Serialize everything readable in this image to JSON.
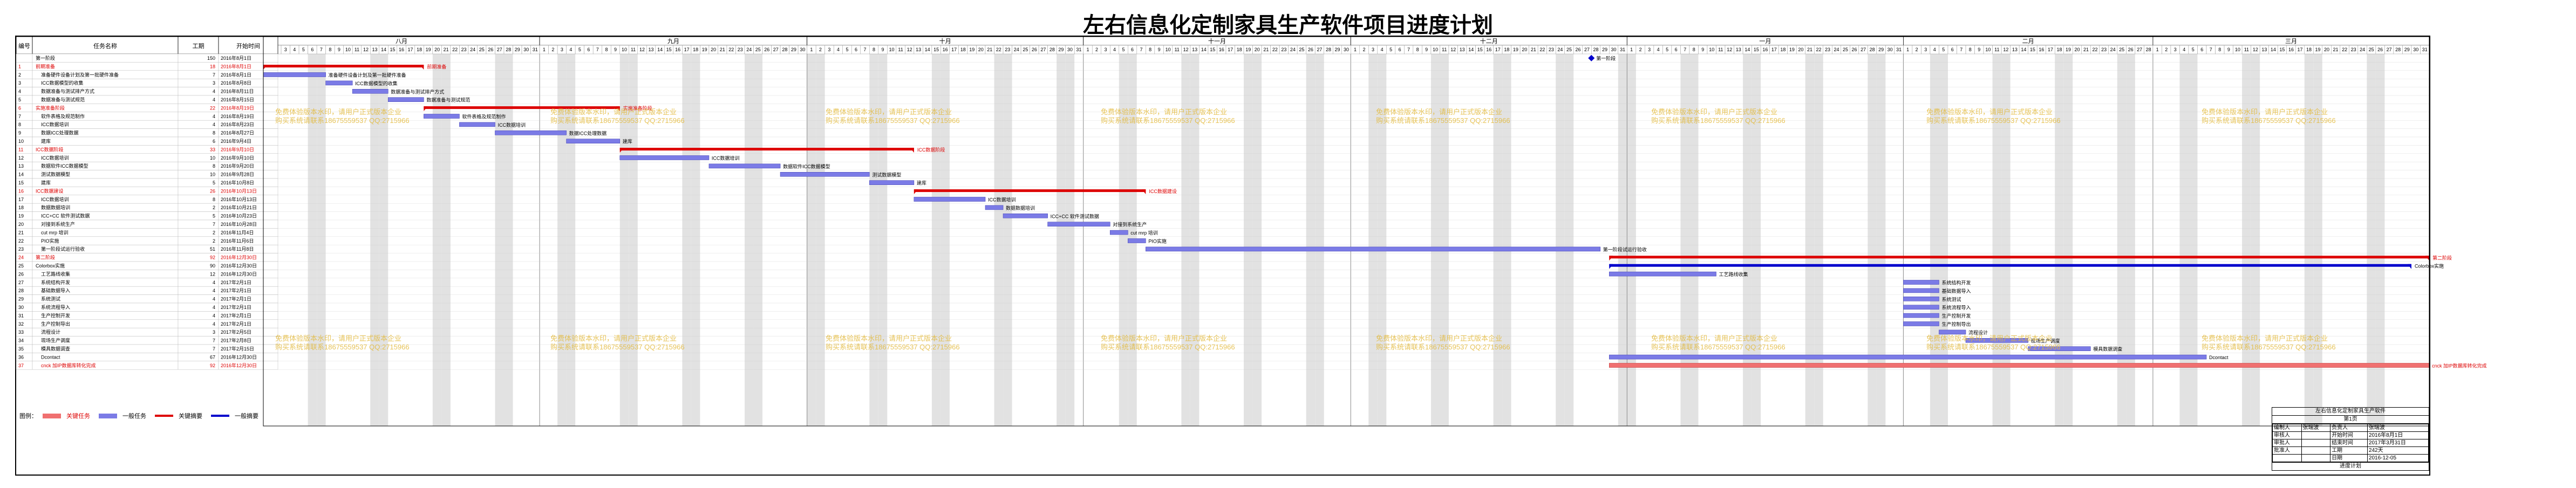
{
  "title": "左右信息化定制家具生产软件项目进度计划",
  "table_headers": {
    "id": "编号",
    "name": "任务名称",
    "duration": "工期",
    "start": "开始时间"
  },
  "months": [
    {
      "label": "八月",
      "days": 31,
      "first": 1
    },
    {
      "label": "九月",
      "days": 30,
      "first": 1
    },
    {
      "label": "十月",
      "days": 31,
      "first": 1
    },
    {
      "label": "十一月",
      "days": 30,
      "first": 1
    },
    {
      "label": "十二月",
      "days": 31,
      "first": 1
    },
    {
      "label": "一月",
      "days": 31,
      "first": 1
    },
    {
      "label": "二月",
      "days": 28,
      "first": 1
    },
    {
      "label": "三月",
      "days": 31,
      "first": 1
    }
  ],
  "watermark": {
    "line1": "免费体验版本水印，请用户正式版本企业",
    "line2": "购买系统请联系18675559537 QQ:2715966",
    "color": "#e3b93a"
  },
  "colors": {
    "task_bar": "#7b7be6",
    "critical_bar": "#f07070",
    "summary": "#0000cc",
    "critical_summary": "#dd0000",
    "weekend": "#e2e2e2",
    "grid": "#c8c8c8"
  },
  "legend": {
    "items": [
      {
        "label": "关键任务",
        "color": "#f07070"
      },
      {
        "label": "一般任务",
        "color": "#7b7be6"
      },
      {
        "label": "关键摘要",
        "color": "#dd0000"
      },
      {
        "label": "一般摘要",
        "color": "#0000cc"
      }
    ],
    "prefix": "图例："
  },
  "info_block": {
    "header": "左右信息化定制家具生产软件",
    "subheader": "第1页",
    "rows": [
      [
        "编制人",
        "张瑞波",
        "负责人",
        "张瑞波"
      ],
      [
        "审核人",
        "",
        "开始时间",
        "2016年8月1日"
      ],
      [
        "审批人",
        "",
        "结束时间",
        "2017年3月31日"
      ],
      [
        "批准人",
        "",
        "工期",
        "242天"
      ],
      [
        "",
        "",
        "日期",
        "2016-12-05"
      ]
    ],
    "footer": "进度计划"
  },
  "chart_data": {
    "type": "gantt",
    "x_range": [
      "2016-08-01",
      "2017-03-31"
    ],
    "tasks": [
      {
        "id": "",
        "name": "第一阶段",
        "duration": "150",
        "start": "2016年8月1日",
        "kind": "milestone",
        "s": "2016-12-28",
        "e": "2016-12-28",
        "label": "第一阶段"
      },
      {
        "id": "1",
        "name": "前期准备",
        "duration": "18",
        "start": "2016年8月1日",
        "kind": "critical_summary",
        "s": "2016-08-01",
        "e": "2016-08-18",
        "label": "前期准备"
      },
      {
        "id": "2",
        "name": "准备硬件设备计划及第一批硬件准备",
        "duration": "7",
        "start": "2016年8月1日",
        "kind": "task",
        "s": "2016-08-01",
        "e": "2016-08-07",
        "label": "准备硬件设备计划及第一批硬件准备"
      },
      {
        "id": "3",
        "name": "ICC数据模型的收集",
        "duration": "3",
        "start": "2016年8月8日",
        "kind": "task",
        "s": "2016-08-08",
        "e": "2016-08-10",
        "label": "ICC数据模型的收集"
      },
      {
        "id": "4",
        "name": "数据准备与测试排产方式",
        "duration": "4",
        "start": "2016年8月11日",
        "kind": "task",
        "s": "2016-08-11",
        "e": "2016-08-14",
        "label": "数据准备与测试排产方式"
      },
      {
        "id": "5",
        "name": "数据准备与测试规范",
        "duration": "4",
        "start": "2016年8月15日",
        "kind": "task",
        "s": "2016-08-15",
        "e": "2016-08-18",
        "label": "数据准备与测试规范"
      },
      {
        "id": "6",
        "name": "实施准备阶段",
        "duration": "22",
        "start": "2016年8月19日",
        "kind": "critical_summary",
        "s": "2016-08-19",
        "e": "2016-09-09",
        "label": "实施准备阶段"
      },
      {
        "id": "7",
        "name": "软件表格及规范制作",
        "duration": "4",
        "start": "2016年8月19日",
        "kind": "task",
        "s": "2016-08-19",
        "e": "2016-08-22",
        "label": "软件表格及规范制作"
      },
      {
        "id": "8",
        "name": "ICC数据培训",
        "duration": "4",
        "start": "2016年8月23日",
        "kind": "task",
        "s": "2016-08-23",
        "e": "2016-08-26",
        "label": "ICC数据培训"
      },
      {
        "id": "9",
        "name": "数据ICC处理数据",
        "duration": "8",
        "start": "2016年8月27日",
        "kind": "task",
        "s": "2016-08-27",
        "e": "2016-09-03",
        "label": "数据ICC处理数据"
      },
      {
        "id": "10",
        "name": "建库",
        "duration": "6",
        "start": "2016年9月4日",
        "kind": "task",
        "s": "2016-09-04",
        "e": "2016-09-09",
        "label": "建库"
      },
      {
        "id": "11",
        "name": "ICC数据阶段",
        "duration": "33",
        "start": "2016年9月10日",
        "kind": "critical_summary",
        "s": "2016-09-10",
        "e": "2016-10-12",
        "label": "ICC数据阶段"
      },
      {
        "id": "12",
        "name": "ICC数据培训",
        "duration": "10",
        "start": "2016年9月10日",
        "kind": "task",
        "s": "2016-09-10",
        "e": "2016-09-19",
        "label": "ICC数据培训"
      },
      {
        "id": "13",
        "name": "数据软件ICC数据模型",
        "duration": "8",
        "start": "2016年9月20日",
        "kind": "task",
        "s": "2016-09-20",
        "e": "2016-09-27",
        "label": "数据软件ICC数据模型"
      },
      {
        "id": "14",
        "name": "测试数据模型",
        "duration": "10",
        "start": "2016年9月28日",
        "kind": "task",
        "s": "2016-09-28",
        "e": "2016-10-07",
        "label": "测试数据模型"
      },
      {
        "id": "15",
        "name": "建库",
        "duration": "5",
        "start": "2016年10月8日",
        "kind": "task",
        "s": "2016-10-08",
        "e": "2016-10-12",
        "label": "建库"
      },
      {
        "id": "16",
        "name": "ICC数据建设",
        "duration": "26",
        "start": "2016年10月13日",
        "kind": "critical_summary",
        "s": "2016-10-13",
        "e": "2016-11-07",
        "label": "ICC数据建设"
      },
      {
        "id": "17",
        "name": "ICC数据培训",
        "duration": "8",
        "start": "2016年10月13日",
        "kind": "task",
        "s": "2016-10-13",
        "e": "2016-10-20",
        "label": "ICC数据培训"
      },
      {
        "id": "18",
        "name": "数据数据培训",
        "duration": "2",
        "start": "2016年10月21日",
        "kind": "task",
        "s": "2016-10-21",
        "e": "2016-10-22",
        "label": "数据数据培训"
      },
      {
        "id": "19",
        "name": "ICC+CC 软件测试数据",
        "duration": "5",
        "start": "2016年10月23日",
        "kind": "task",
        "s": "2016-10-23",
        "e": "2016-10-27",
        "label": "ICC+CC 软件测试数据"
      },
      {
        "id": "20",
        "name": "对接到系统生产",
        "duration": "7",
        "start": "2016年10月28日",
        "kind": "task",
        "s": "2016-10-28",
        "e": "2016-11-03",
        "label": "对接到系统生产"
      },
      {
        "id": "21",
        "name": "cut mrp 培训",
        "duration": "2",
        "start": "2016年11月4日",
        "kind": "task",
        "s": "2016-11-04",
        "e": "2016-11-05",
        "label": "cut mrp 培训"
      },
      {
        "id": "22",
        "name": "PIO实施",
        "duration": "2",
        "start": "2016年11月6日",
        "kind": "task",
        "s": "2016-11-06",
        "e": "2016-11-07",
        "label": "PIO实施"
      },
      {
        "id": "23",
        "name": "第一阶段试运行验收",
        "duration": "51",
        "start": "2016年11月8日",
        "kind": "task",
        "s": "2016-11-08",
        "e": "2016-12-28",
        "label": "第一阶段试运行验收"
      },
      {
        "id": "24",
        "name": "第二阶段",
        "duration": "92",
        "start": "2016年12月30日",
        "kind": "critical_summary",
        "s": "2016-12-30",
        "e": "2017-03-31",
        "label": "第二阶段"
      },
      {
        "id": "25",
        "name": "Colorbox实施",
        "duration": "90",
        "start": "2016年12月30日",
        "kind": "summary",
        "s": "2016-12-30",
        "e": "2017-03-29",
        "label": "Colorbox实施"
      },
      {
        "id": "26",
        "name": "工艺路线收集",
        "duration": "12",
        "start": "2016年12月30日",
        "kind": "task",
        "s": "2016-12-30",
        "e": "2017-01-10",
        "label": "工艺路线收集"
      },
      {
        "id": "27",
        "name": "系统结构开发",
        "duration": "4",
        "start": "2017年2月1日",
        "kind": "task",
        "s": "2017-02-01",
        "e": "2017-02-04",
        "label": "系统结构开发"
      },
      {
        "id": "28",
        "name": "基础数据导入",
        "duration": "4",
        "start": "2017年2月1日",
        "kind": "task",
        "s": "2017-02-01",
        "e": "2017-02-04",
        "label": "基础数据导入"
      },
      {
        "id": "29",
        "name": "系统测试",
        "duration": "4",
        "start": "2017年2月1日",
        "kind": "task",
        "s": "2017-02-01",
        "e": "2017-02-04",
        "label": "系统测试"
      },
      {
        "id": "30",
        "name": "系统流程导入",
        "duration": "4",
        "start": "2017年2月1日",
        "kind": "task",
        "s": "2017-02-01",
        "e": "2017-02-04",
        "label": "系统流程导入"
      },
      {
        "id": "31",
        "name": "生产控制开发",
        "duration": "4",
        "start": "2017年2月1日",
        "kind": "task",
        "s": "2017-02-01",
        "e": "2017-02-04",
        "label": "生产控制开发"
      },
      {
        "id": "32",
        "name": "生产控制导出",
        "duration": "4",
        "start": "2017年2月1日",
        "kind": "task",
        "s": "2017-02-01",
        "e": "2017-02-04",
        "label": "生产控制导出"
      },
      {
        "id": "33",
        "name": "流程设计",
        "duration": "3",
        "start": "2017年2月5日",
        "kind": "task",
        "s": "2017-02-05",
        "e": "2017-02-07",
        "label": "流程设计"
      },
      {
        "id": "34",
        "name": "现场生产调度",
        "duration": "7",
        "start": "2017年2月8日",
        "kind": "task",
        "s": "2017-02-08",
        "e": "2017-02-14",
        "label": "现场生产调度"
      },
      {
        "id": "35",
        "name": "模具数据调查",
        "duration": "7",
        "start": "2017年2月15日",
        "kind": "task",
        "s": "2017-02-15",
        "e": "2017-02-21",
        "label": "模具数据调查"
      },
      {
        "id": "36",
        "name": "Dcontact",
        "duration": "67",
        "start": "2016年12月30日",
        "kind": "task",
        "s": "2016-12-30",
        "e": "2017-03-06",
        "label": "Dcontact"
      },
      {
        "id": "37",
        "name": "cnck 加IP数据库转化完成",
        "duration": "92",
        "start": "2016年12月30日",
        "kind": "critical",
        "s": "2016-12-30",
        "e": "2017-03-31",
        "label": "cnck 加IP数据库转化完成"
      }
    ]
  }
}
